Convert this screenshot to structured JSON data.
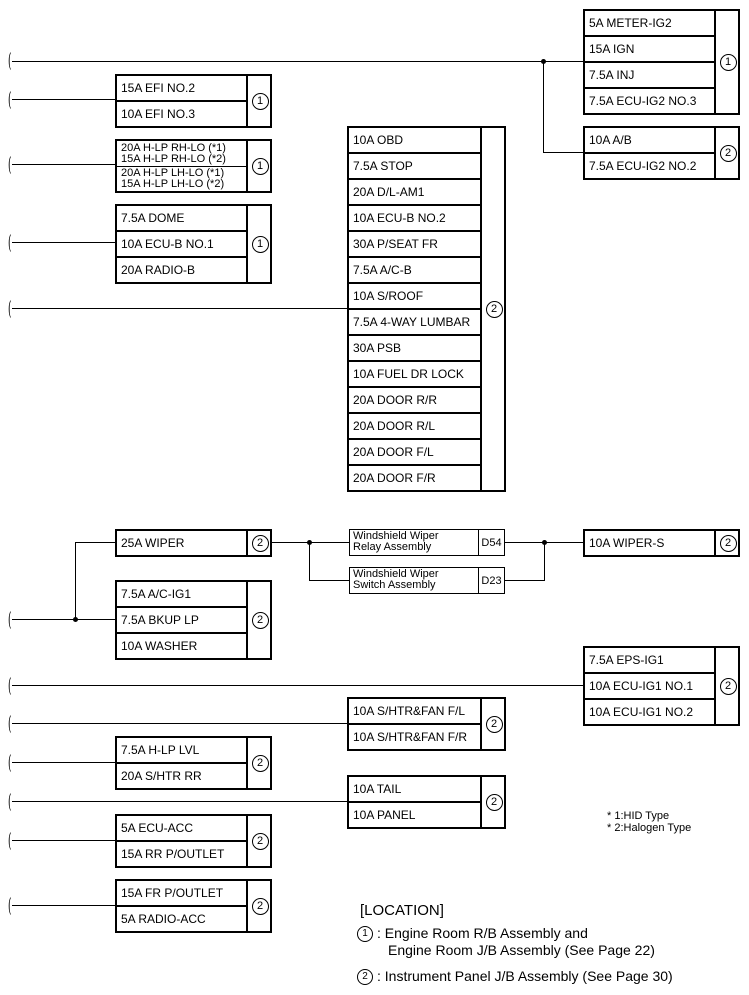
{
  "fuse_groups": {
    "meter": {
      "fuses": [
        "5A METER-IG2",
        "15A IGN",
        "7.5A INJ",
        "7.5A ECU-IG2 NO.3"
      ],
      "location": "1"
    },
    "ab": {
      "fuses": [
        "10A A/B",
        "7.5A ECU-IG2 NO.2"
      ],
      "location": "2"
    },
    "efi": {
      "fuses": [
        "15A EFI NO.2",
        "10A EFI NO.3"
      ],
      "location": "1"
    },
    "hlp": {
      "fuses": [
        "20A H-LP RH-LO (*1)",
        "15A H-LP RH-LO (*2)",
        "20A H-LP LH-LO (*1)",
        "15A H-LP LH-LO (*2)"
      ],
      "location": "1"
    },
    "dome": {
      "fuses": [
        "7.5A DOME",
        "10A ECU-B NO.1",
        "20A RADIO-B"
      ],
      "location": "1"
    },
    "obd": {
      "fuses": [
        "10A OBD",
        "7.5A STOP",
        "20A D/L-AM1",
        "10A ECU-B NO.2",
        "30A P/SEAT FR",
        "7.5A A/C-B",
        "10A S/ROOF",
        "7.5A 4-WAY LUMBAR",
        "30A PSB",
        "10A FUEL DR LOCK",
        "20A DOOR R/R",
        "20A DOOR R/L",
        "20A DOOR F/L",
        "20A DOOR F/R"
      ],
      "location": "2"
    },
    "wiper": {
      "fuses": [
        "25A WIPER"
      ],
      "location": "2"
    },
    "acig1": {
      "fuses": [
        "7.5A A/C-IG1",
        "7.5A BKUP LP",
        "10A WASHER"
      ],
      "location": "2"
    },
    "wipers": {
      "fuses": [
        "10A WIPER-S"
      ],
      "location": "2"
    },
    "eps": {
      "fuses": [
        "7.5A EPS-IG1",
        "10A ECU-IG1 NO.1",
        "10A ECU-IG1 NO.2"
      ],
      "location": "2"
    },
    "shtr": {
      "fuses": [
        "10A S/HTR&FAN F/L",
        "10A S/HTR&FAN F/R"
      ],
      "location": "2"
    },
    "hlplvl": {
      "fuses": [
        "7.5A H-LP LVL",
        "20A S/HTR RR"
      ],
      "location": "2"
    },
    "tail": {
      "fuses": [
        "10A TAIL",
        "10A PANEL"
      ],
      "location": "2"
    },
    "acc": {
      "fuses": [
        "5A ECU-ACC",
        "15A RR P/OUTLET"
      ],
      "location": "2"
    },
    "fr": {
      "fuses": [
        "15A FR P/OUTLET",
        "5A RADIO-ACC"
      ],
      "location": "2"
    }
  },
  "relays": {
    "relay": {
      "label1": "Windshield Wiper",
      "label2": "Relay Assembly",
      "code": "D54"
    },
    "switch": {
      "label1": "Windshield Wiper",
      "label2": "Switch Assembly",
      "code": "D23"
    }
  },
  "notes": {
    "n1": "* 1:HID Type",
    "n2": "* 2:Halogen Type"
  },
  "location": {
    "title": "[LOCATION]",
    "l1_num": "1",
    "l1_line1": ": Engine Room R/B Assembly and",
    "l1_line2": "Engine Room J/B Assembly (See Page 22)",
    "l2_num": "2",
    "l2_line1": ": Instrument Panel J/B Assembly (See Page 30)"
  }
}
